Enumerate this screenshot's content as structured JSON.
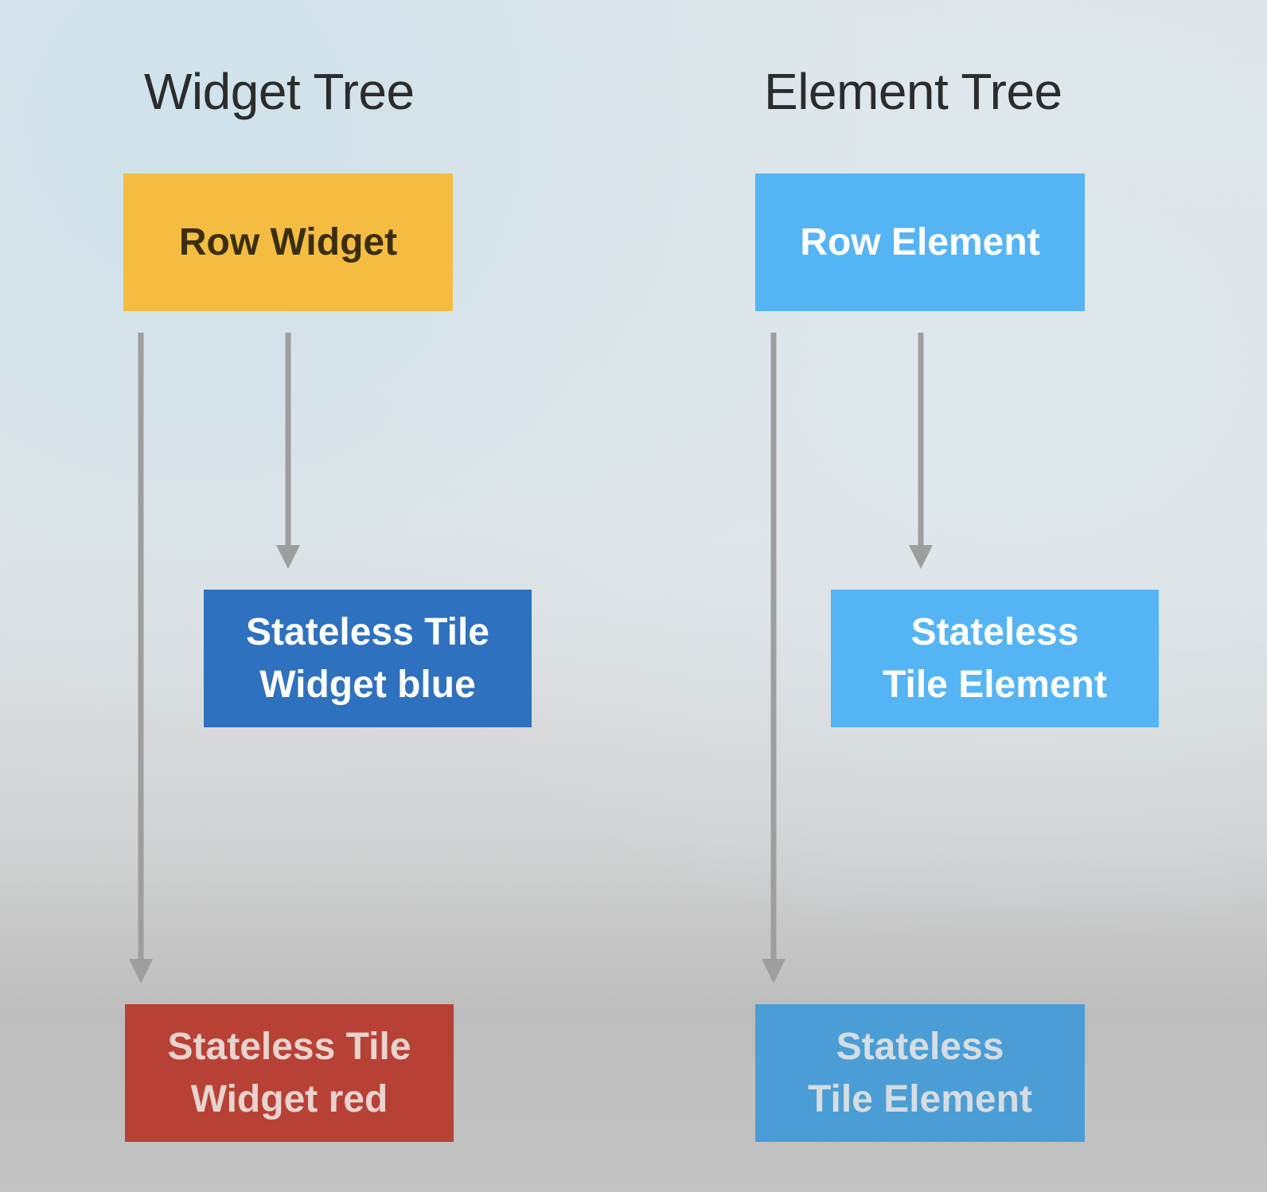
{
  "widget_tree": {
    "title": "Widget Tree",
    "row": {
      "line1": "Row Widget"
    },
    "tile_blue": {
      "line1": "Stateless Tile",
      "line2": "Widget blue"
    },
    "tile_red": {
      "line1": "Stateless Tile",
      "line2": "Widget red"
    }
  },
  "element_tree": {
    "title": "Element Tree",
    "row": {
      "line1": "Row Element"
    },
    "tile_mid": {
      "line1": "Stateless",
      "line2": "Tile Element"
    },
    "tile_bottom": {
      "line1": "Stateless",
      "line2": "Tile Element"
    }
  },
  "colors": {
    "row_widget": "#f4bd42",
    "tile_blue": "#2e71be",
    "tile_red": "#b84135",
    "element": "#55b4f3",
    "arrow": "#9e9e9e"
  }
}
